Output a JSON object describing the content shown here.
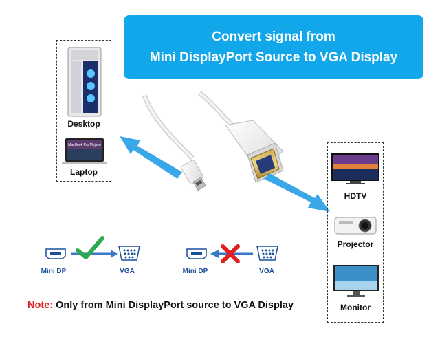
{
  "header": {
    "line1": "Convert signal from",
    "line2": "Mini DisplayPort Source to VGA Display"
  },
  "sources": {
    "desktop_label": "Desktop",
    "laptop_label": "Laptop",
    "laptop_screen_text": "MacBook Pro Mojave"
  },
  "displays": {
    "hdtv_label": "HDTV",
    "projector_label": "Projector",
    "monitor_label": "Monitor"
  },
  "diagram_ok": {
    "left_label": "Mini DP",
    "right_label": "VGA"
  },
  "diagram_bad": {
    "left_label": "Mini DP",
    "right_label": "VGA"
  },
  "note": {
    "prefix": "Note:",
    "text": " Only from Mini DisplayPort source to VGA Display"
  },
  "colors": {
    "banner": "#12a6ea",
    "arrow": "#3aa8e8",
    "check": "#2fa84f",
    "cross": "#e02020",
    "note_prefix": "#e02020"
  }
}
